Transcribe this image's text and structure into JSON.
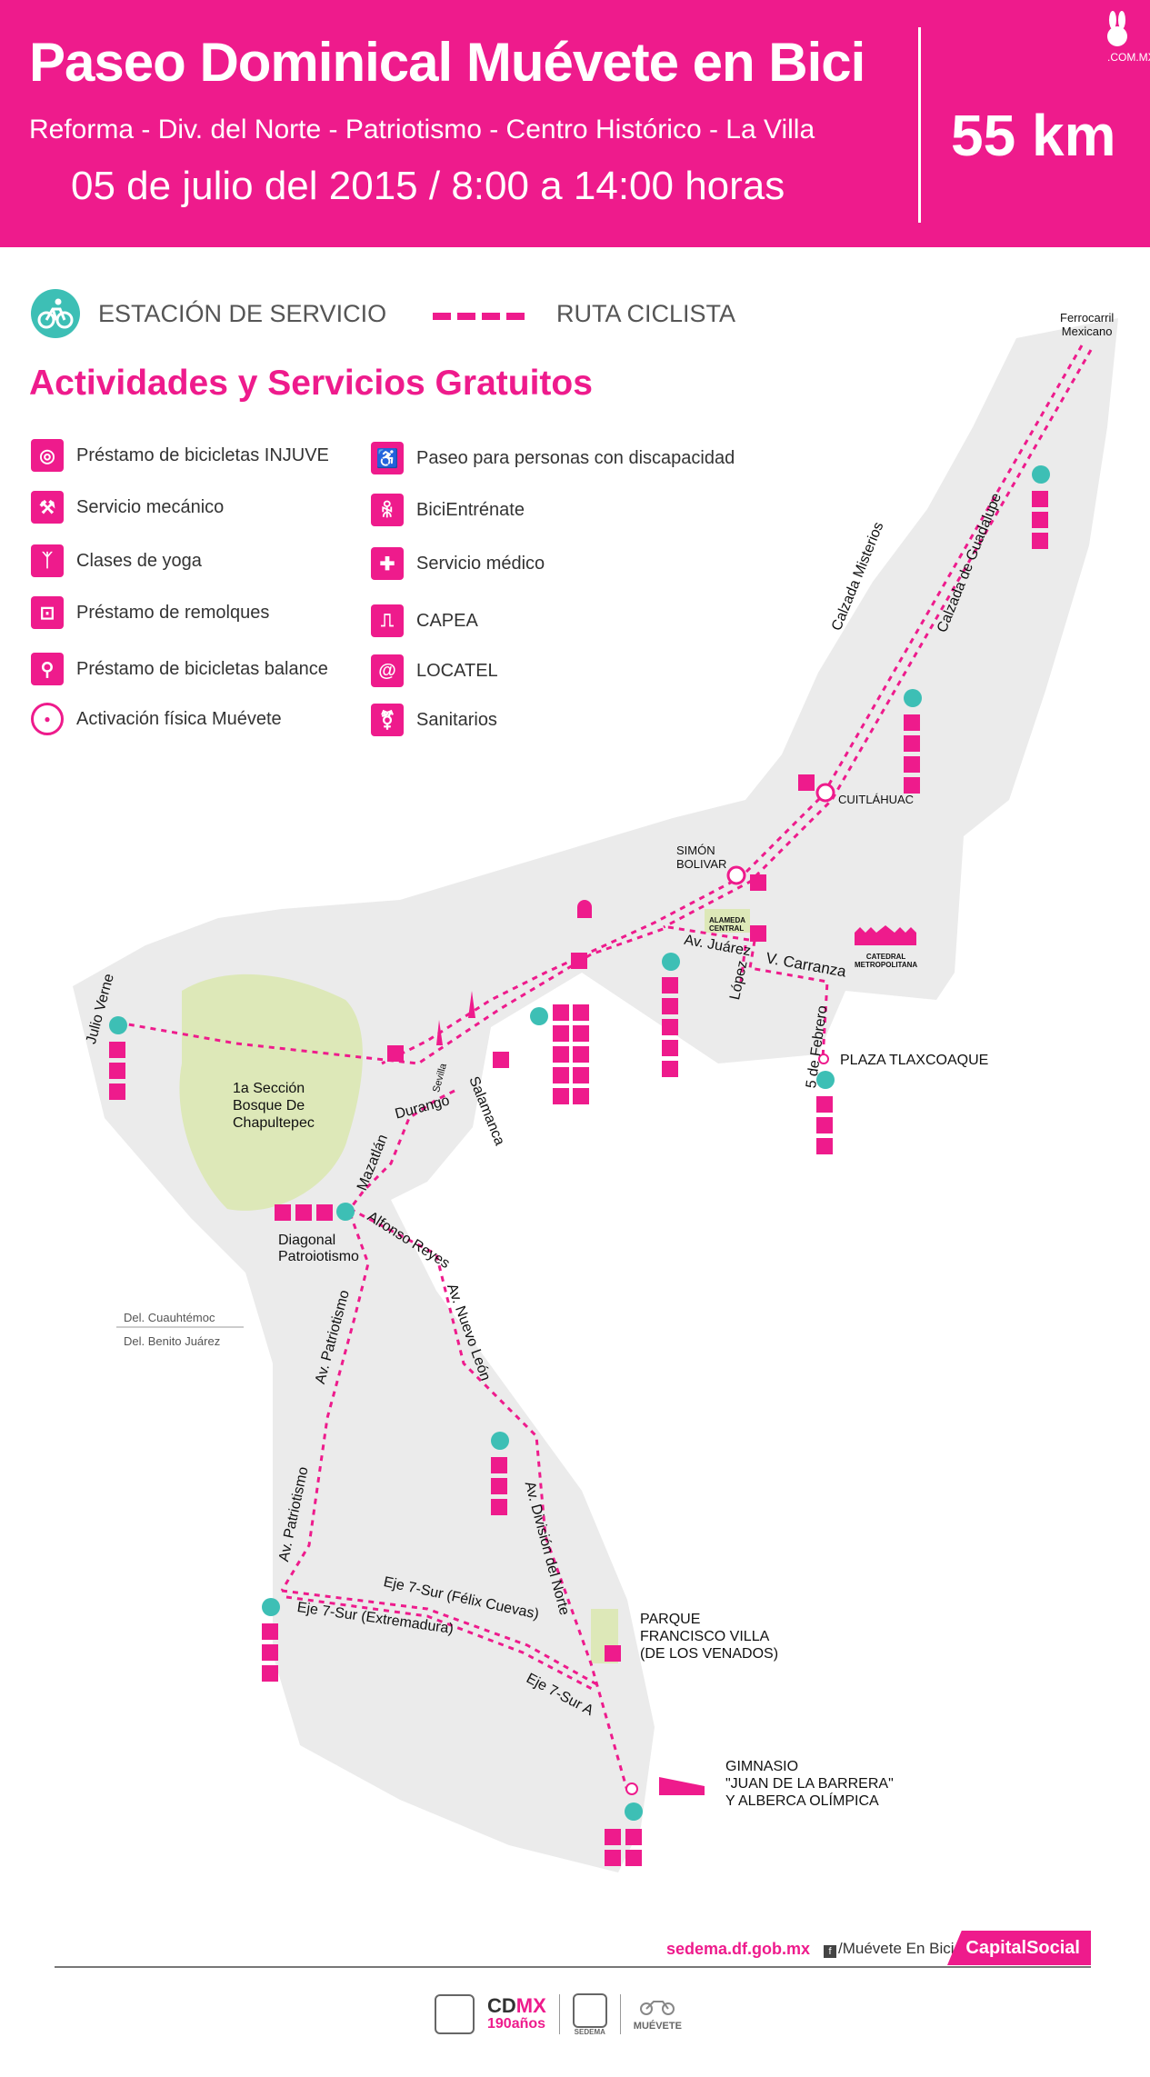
{
  "header": {
    "title": "Paseo Dominical Muévete en Bici",
    "subtitle": "Reforma - Div. del Norte - Patriotismo - Centro Histórico - La Villa",
    "date": "05 de julio del 2015 / 8:00 a 14:00 horas",
    "distance": "55 km",
    "logo_text": ".COM.MX"
  },
  "legend": {
    "station_label": "ESTACIÓN DE SERVICIO",
    "route_label": "RUTA CICLISTA"
  },
  "activities": {
    "title": "Actividades y Servicios Gratuitos",
    "left": [
      {
        "label": "Préstamo de bicicletas INJUVE",
        "icon": "bike-wheel-icon"
      },
      {
        "label": "Servicio mecánico",
        "icon": "wrench-icon"
      },
      {
        "label": "Clases de yoga",
        "icon": "yoga-icon"
      },
      {
        "label": "Préstamo de remolques",
        "icon": "trailer-icon"
      },
      {
        "label": "Préstamo de bicicletas balance",
        "icon": "balance-bike-icon"
      },
      {
        "label": "Activación física Muévete",
        "icon": "muevete-icon"
      }
    ],
    "right": [
      {
        "label": "Paseo para personas con discapacidad",
        "icon": "accessibility-icon"
      },
      {
        "label": "BiciEntrénate",
        "icon": "cyclists-icon"
      },
      {
        "label": "Servicio médico",
        "icon": "medical-cross-icon"
      },
      {
        "label": "CAPEA",
        "icon": "capea-icon"
      },
      {
        "label": "LOCATEL",
        "icon": "locatel-icon"
      },
      {
        "label": "Sanitarios",
        "icon": "restroom-icon"
      }
    ]
  },
  "map_labels": {
    "ferrocarril": [
      "Ferrocarril",
      "Mexicano"
    ],
    "calzada_misterios": "Calzada Misterios",
    "calzada_guadalupe": "Calzada de Guadalupe",
    "cuitlahuac": "CUITLÁHUAC",
    "simon_bolivar": [
      "SIMÓN",
      "BOLIVAR"
    ],
    "alameda": [
      "ALAMEDA",
      "CENTRAL"
    ],
    "av_juarez": "Av. Juárez",
    "catedral": [
      "CATEDRAL",
      "METROPOLITANA"
    ],
    "v_carranza": "V. Carranza",
    "lopez": "López",
    "cinco_febrero": "5 de Febrero",
    "plaza_tlaxcoaque": "PLAZA TLAXCOAQUE",
    "julio_verne": "Julio Verne",
    "bosque": [
      "1a Sección",
      "Bosque De",
      "Chapultepec"
    ],
    "sevilla": "Sevilla",
    "salamanca": "Salamanca",
    "durango": "Durango",
    "mazatlan": "Mazatlán",
    "diagonal": [
      "Diagonal",
      "Patroiotismo"
    ],
    "alfonso_reyes": "Alfonso Reyes",
    "nuevo_leon": "Av. Nuevo León",
    "del_cuauhtemoc": "Del. Cuauhtémoc",
    "del_benito": "Del. Benito Juárez",
    "patriotismo_1": "Av. Patriotismo",
    "patriotismo_2": "Av. Patriotismo",
    "division_norte": "Av. División del Norte",
    "eje7_felix": "Eje 7-Sur (Félix Cuevas)",
    "eje7_extremadura": "Eje 7-Sur (Extremadura)",
    "eje7a": "Eje 7-Sur A",
    "parque": [
      "PARQUE",
      "FRANCISCO VILLA",
      "(DE LOS VENADOS)"
    ],
    "gimnasio": [
      "GIMNASIO",
      "\"JUAN DE LA BARRERA\"",
      "Y ALBERCA OLÍMPICA"
    ]
  },
  "footer": {
    "url": "sedema.df.gob.mx",
    "facebook": "/Muévete En Bici",
    "facebook_icon": "f",
    "capital_social": "CapitalSocial",
    "cdmx_prefix": "CD",
    "cdmx_accent": "MX",
    "cdmx_years": "190años",
    "sedema": "SEDEMA",
    "muevete": "MUÉVETE"
  },
  "colors": {
    "brand_pink": "#ee1b8c",
    "station_teal": "#3dbfb5",
    "map_block": "#e9e9e9",
    "park_green": "#dde8b8"
  }
}
